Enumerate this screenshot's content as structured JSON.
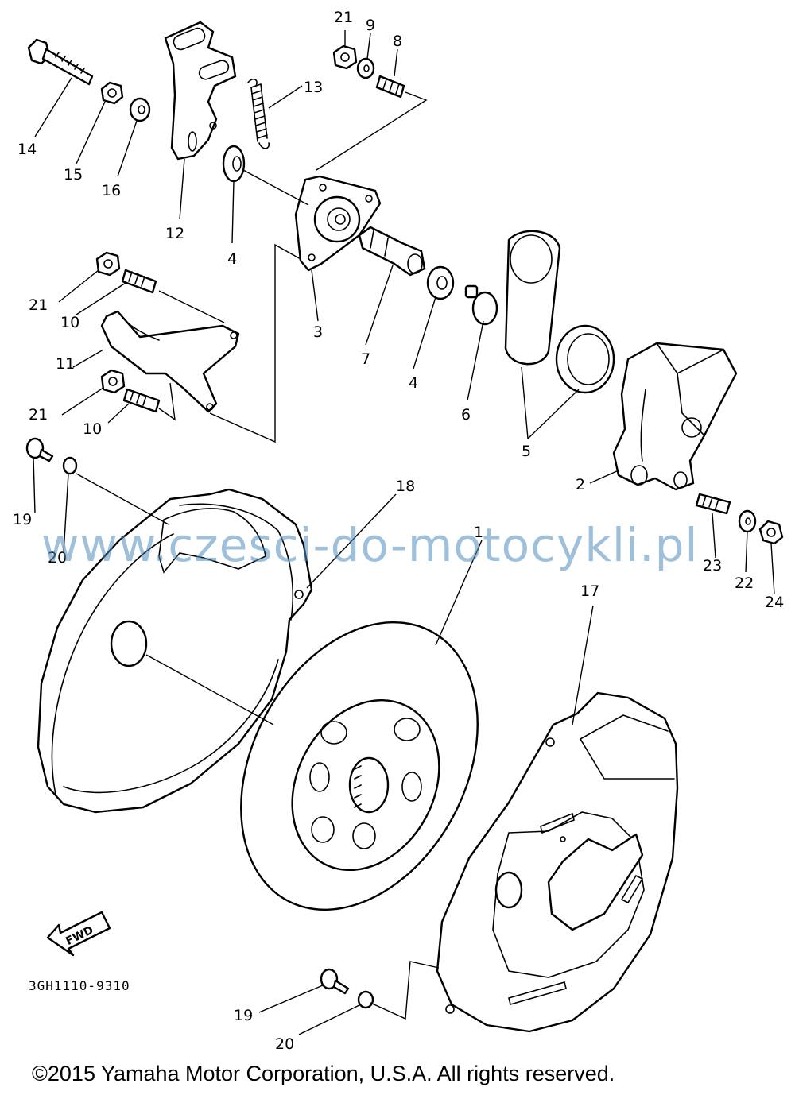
{
  "callouts": {
    "c1": "1",
    "c2": "2",
    "c3": "3",
    "c4a": "4",
    "c4b": "4",
    "c5": "5",
    "c6": "6",
    "c7": "7",
    "c8": "8",
    "c9": "9",
    "c10a": "10",
    "c10b": "10",
    "c11": "11",
    "c12": "12",
    "c13": "13",
    "c14": "14",
    "c15": "15",
    "c16": "16",
    "c17": "17",
    "c18": "18",
    "c19a": "19",
    "c19b": "19",
    "c20a": "20",
    "c20b": "20",
    "c21a": "21",
    "c21b": "21",
    "c21c": "21",
    "c22": "22",
    "c23": "23",
    "c24": "24"
  },
  "fwd_label": "FWD",
  "diagram_code": "3GH1110-9310",
  "watermark": "www.czesci-do-motocykli.pl",
  "copyright": "©2015 Yamaha Motor Corporation, U.S.A. All rights reserved."
}
